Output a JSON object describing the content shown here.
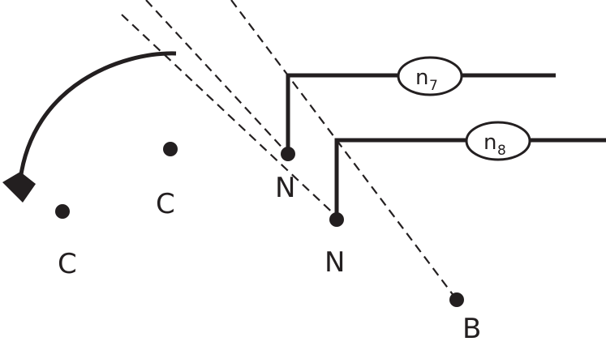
{
  "diagram": {
    "colors": {
      "ink": "#231f20",
      "background": "#ffffff"
    },
    "points": [
      {
        "id": "c-far",
        "label": "C"
      },
      {
        "id": "c-near",
        "label": "C"
      },
      {
        "id": "n-upper",
        "label": "N"
      },
      {
        "id": "n-lower",
        "label": "N"
      },
      {
        "id": "b",
        "label": "B"
      }
    ],
    "nodes": [
      {
        "id": "n7",
        "base": "n",
        "sub": "7"
      },
      {
        "id": "n8",
        "base": "n",
        "sub": "8"
      }
    ],
    "arrow_icon": "curved-rotation-arrow-icon"
  }
}
